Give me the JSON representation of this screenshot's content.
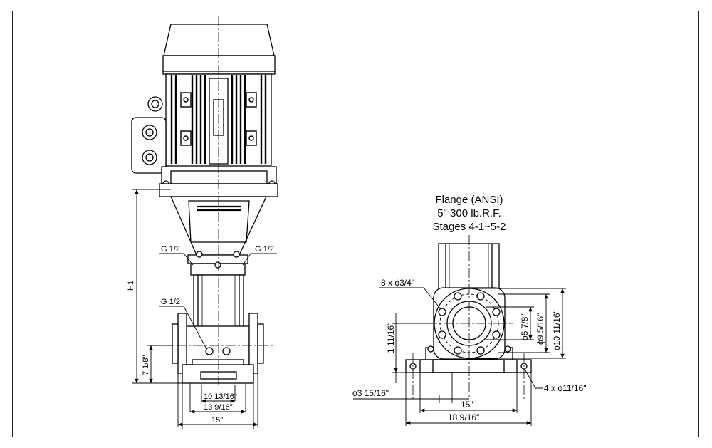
{
  "flange": {
    "title": "Flange (ANSI)",
    "rating": "5\" 300 lb.R.F.",
    "stages": "Stages 4-1~5-2"
  },
  "side_view": {
    "port_upper_left": "G 1/2",
    "port_upper_right": "G 1/2",
    "port_lower": "G 1/2",
    "height_label": "H1",
    "flange_height": "7 1/8\"",
    "width_inner": "10 13/16\"",
    "width_mid": "13 9/16\"",
    "width_outer": "15\""
  },
  "end_view": {
    "bolt_holes": "8 x ϕ3/4\"",
    "base_height": "1 11/16\"",
    "bore_diameter": "ϕ5 7/8\"",
    "bolt_circle": "ϕ9 5/16\"",
    "flange_diameter": "ϕ10 11/16\"",
    "anchor_hole": "ϕ3 15/16\"",
    "anchor_holes": "4 x ϕ11/16\"",
    "base_inner": "15\"",
    "base_outer": "18 9/16\""
  },
  "colors": {
    "line": "#000000",
    "frame": "#222222"
  }
}
